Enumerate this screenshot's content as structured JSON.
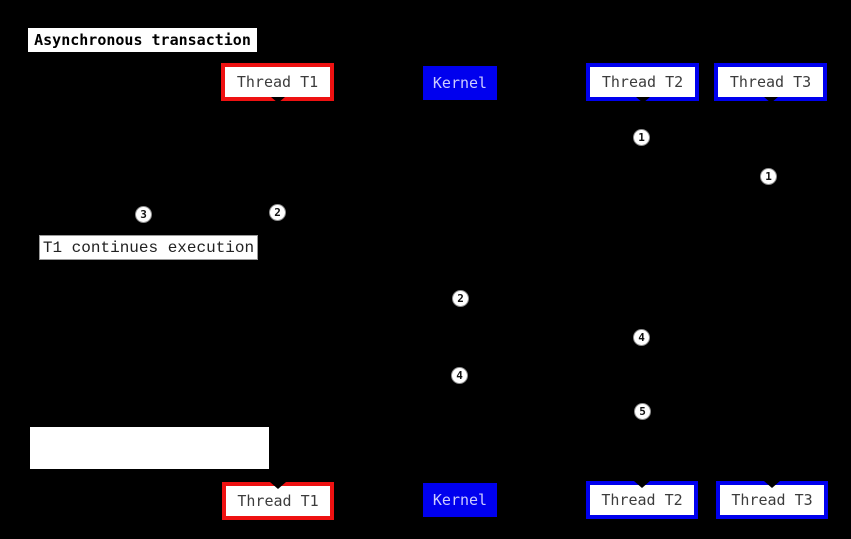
{
  "title": "Asynchronous transaction",
  "actors": [
    {
      "label": "Thread T1"
    },
    {
      "label": "Kernel"
    },
    {
      "label": "Thread T2"
    },
    {
      "label": "Thread T3"
    }
  ],
  "notes": {
    "t1_continues": "T1 continues execution",
    "blank": ""
  },
  "markers": [
    {
      "label": "1"
    },
    {
      "label": "1"
    },
    {
      "label": "3"
    },
    {
      "label": "2"
    },
    {
      "label": "2"
    },
    {
      "label": "4"
    },
    {
      "label": "4"
    },
    {
      "label": "5"
    }
  ],
  "colors": {
    "background": "#000000",
    "t1_border": "#ee1111",
    "thread_border": "#0000ee",
    "kernel_bg": "#0000ee",
    "kernel_text": "#ccccff",
    "label_text": "#3c3c3c"
  }
}
